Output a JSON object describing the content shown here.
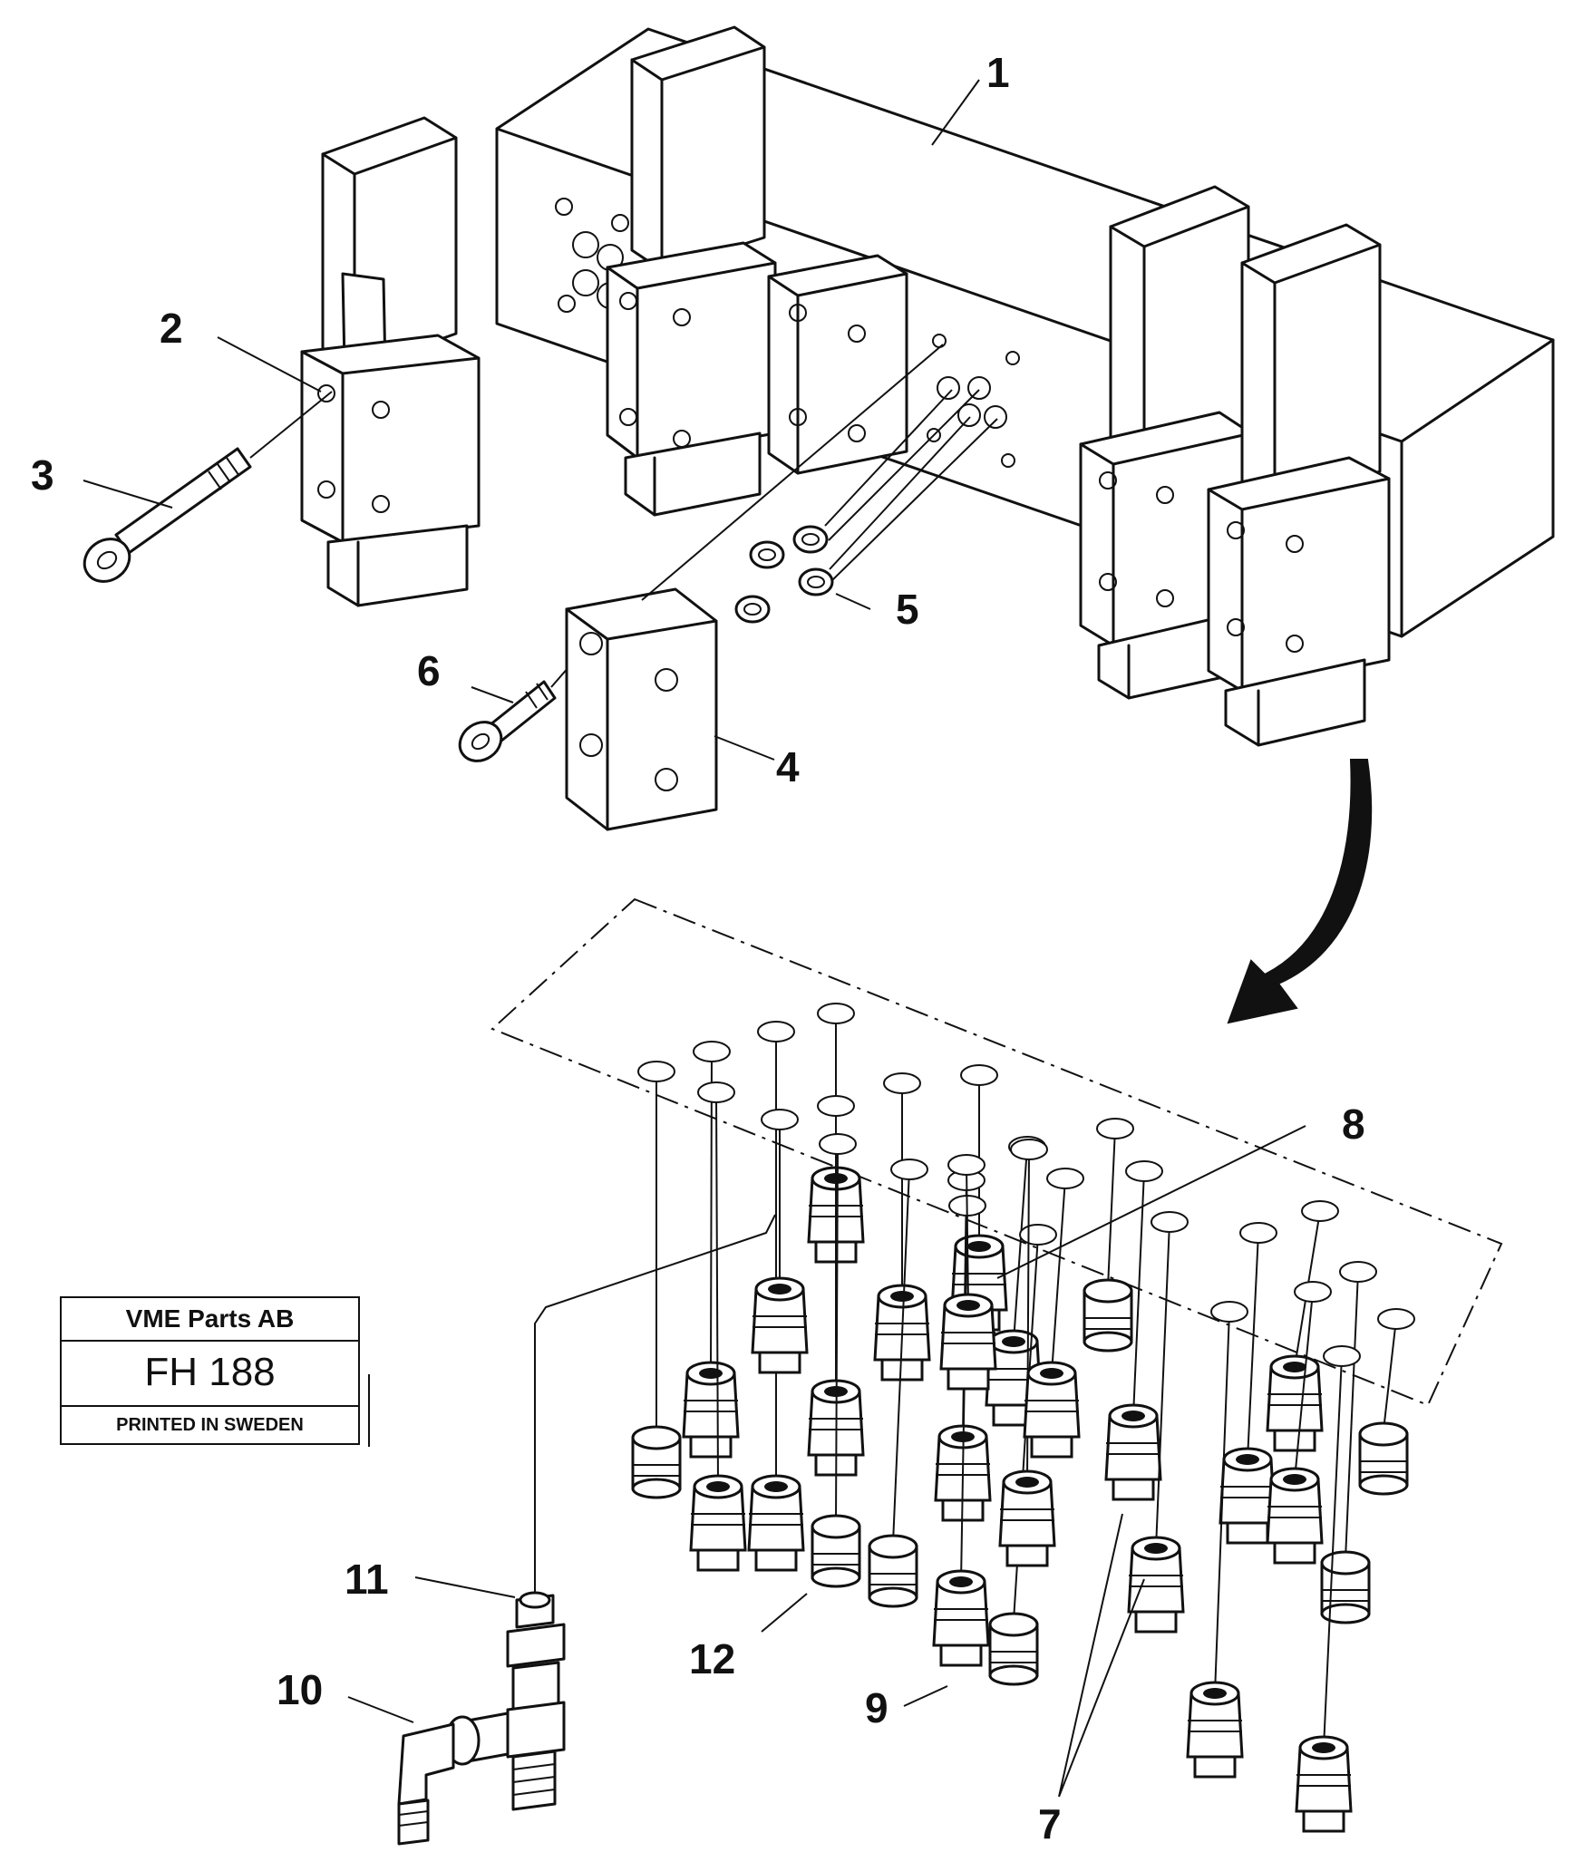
{
  "title_block": {
    "company": "VME Parts AB",
    "code": "FH 188",
    "printed": "PRINTED IN SWEDEN"
  },
  "callouts": [
    {
      "id": "1",
      "label": "1"
    },
    {
      "id": "2",
      "label": "2"
    },
    {
      "id": "3",
      "label": "3"
    },
    {
      "id": "4",
      "label": "4"
    },
    {
      "id": "5",
      "label": "5"
    },
    {
      "id": "6",
      "label": "6"
    },
    {
      "id": "7",
      "label": "7"
    },
    {
      "id": "8",
      "label": "8"
    },
    {
      "id": "9",
      "label": "9"
    },
    {
      "id": "10",
      "label": "10"
    },
    {
      "id": "11",
      "label": "11"
    },
    {
      "id": "12",
      "label": "12"
    }
  ]
}
